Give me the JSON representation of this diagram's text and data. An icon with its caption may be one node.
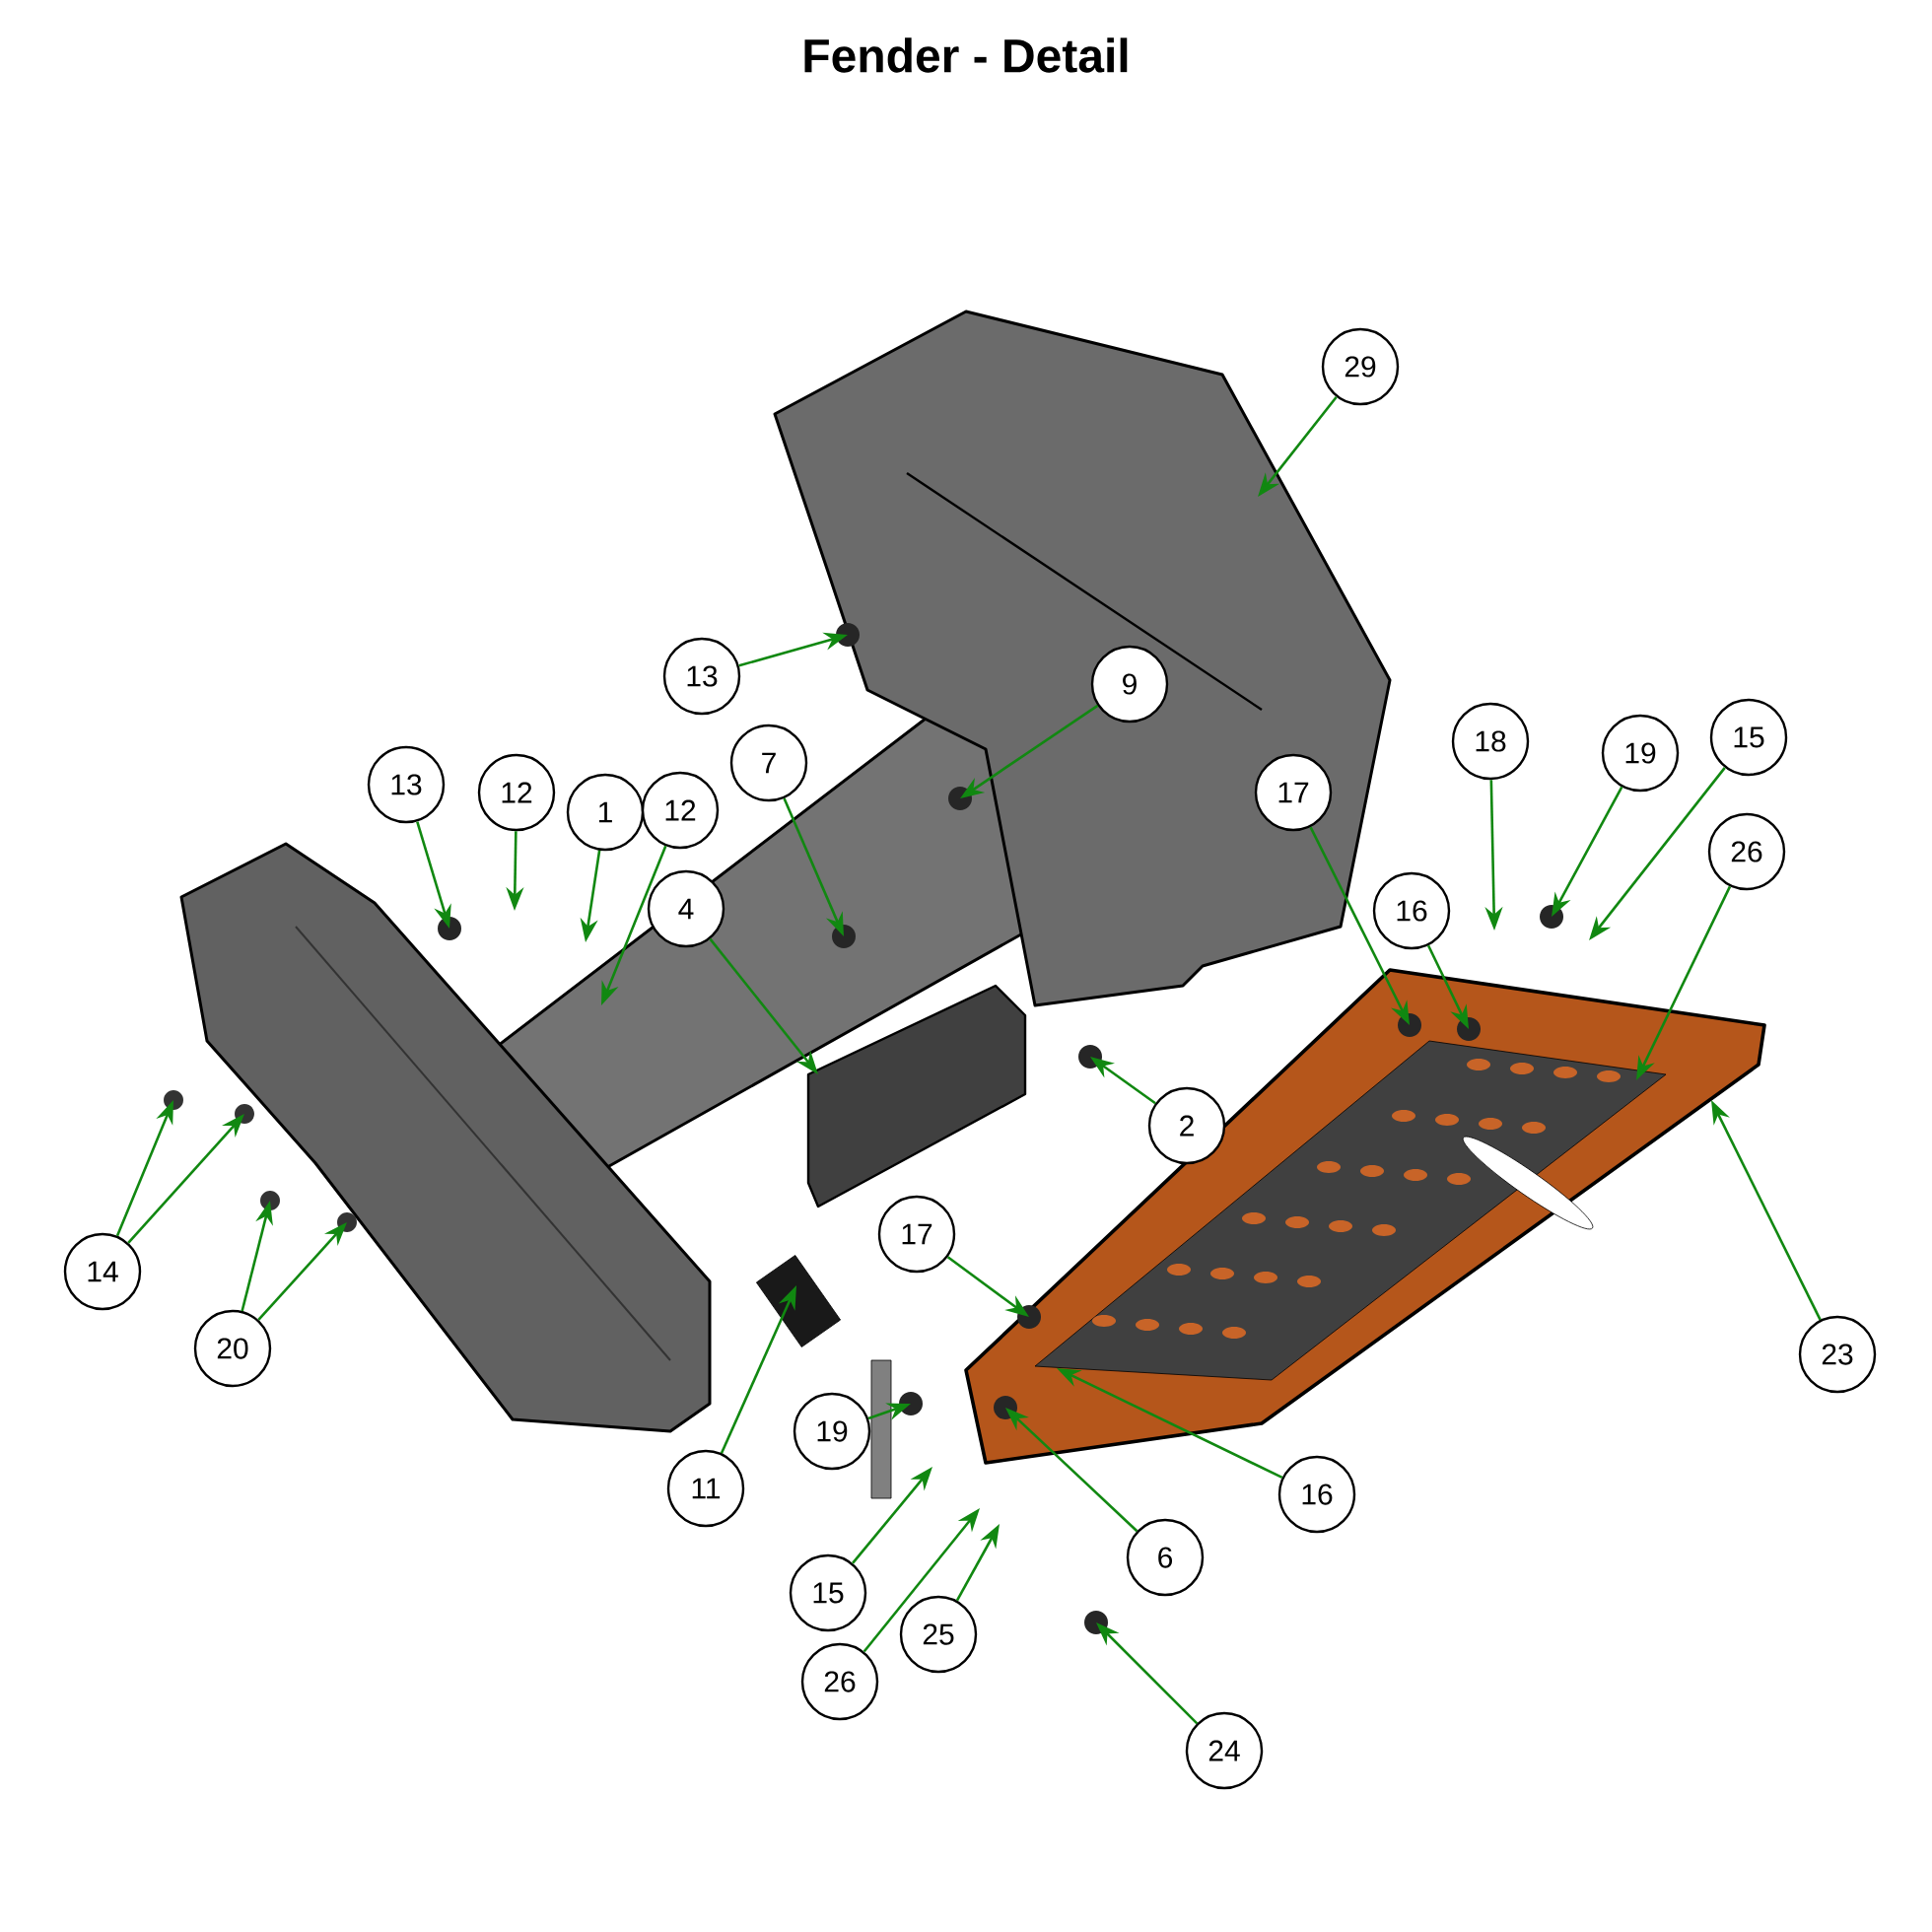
{
  "diagram": {
    "title": "Fender - Detail",
    "nodes": [
      {
        "text": [
          "29"
        ]
      },
      {
        "text": [
          "13"
        ]
      },
      {
        "text": [
          "9"
        ]
      },
      {
        "text": [
          "13"
        ]
      },
      {
        "text": [
          "12"
        ]
      },
      {
        "text": [
          "1"
        ]
      },
      {
        "text": [
          "12"
        ]
      },
      {
        "text": [
          "7"
        ]
      },
      {
        "text": [
          "4"
        ]
      },
      {
        "text": [
          "17"
        ]
      },
      {
        "text": [
          "18"
        ]
      },
      {
        "text": [
          "19"
        ]
      },
      {
        "text": [
          "15"
        ]
      },
      {
        "text": [
          "16"
        ]
      },
      {
        "text": [
          "26"
        ]
      },
      {
        "text": [
          "14"
        ]
      },
      {
        "text": [
          "2"
        ]
      },
      {
        "text": [
          "20"
        ]
      },
      {
        "text": [
          "23"
        ]
      },
      {
        "text": [
          "17"
        ]
      },
      {
        "text": [
          "11"
        ]
      },
      {
        "text": [
          "19"
        ]
      },
      {
        "text": [
          "16"
        ]
      },
      {
        "text": [
          "6"
        ]
      },
      {
        "text": [
          "15"
        ]
      },
      {
        "text": [
          "26"
        ]
      },
      {
        "text": [
          "25"
        ]
      },
      {
        "text": [
          "24"
        ]
      }
    ],
    "edges": [
      {
        "from": 0,
        "to": null,
        "arrow": "to"
      },
      {
        "from": 1,
        "to": null,
        "arrow": "to"
      },
      {
        "from": 2,
        "to": null,
        "arrow": "to"
      },
      {
        "from": 3,
        "to": null,
        "arrow": "to"
      },
      {
        "from": 4,
        "to": null,
        "arrow": "to"
      },
      {
        "from": 5,
        "to": null,
        "arrow": "to"
      },
      {
        "from": 6,
        "to": null,
        "arrow": "to"
      },
      {
        "from": 7,
        "to": null,
        "arrow": "to"
      },
      {
        "from": 8,
        "to": null,
        "arrow": "to"
      },
      {
        "from": 9,
        "to": null,
        "arrow": "to"
      },
      {
        "from": 10,
        "to": null,
        "arrow": "to"
      },
      {
        "from": 11,
        "to": null,
        "arrow": "to"
      },
      {
        "from": 12,
        "to": null,
        "arrow": "to"
      },
      {
        "from": 13,
        "to": null,
        "arrow": "to"
      },
      {
        "from": 14,
        "to": null,
        "arrow": "to"
      },
      {
        "from": 15,
        "to": null,
        "arrow": "to"
      },
      {
        "from": 15,
        "to": null,
        "arrow": "to"
      },
      {
        "from": 16,
        "to": null,
        "arrow": "to"
      },
      {
        "from": 17,
        "to": null,
        "arrow": "to"
      },
      {
        "from": 17,
        "to": null,
        "arrow": "to"
      },
      {
        "from": 18,
        "to": null,
        "arrow": "to"
      },
      {
        "from": 19,
        "to": null,
        "arrow": "to"
      },
      {
        "from": 20,
        "to": null,
        "arrow": "to"
      },
      {
        "from": 21,
        "to": null,
        "arrow": "to"
      },
      {
        "from": 22,
        "to": null,
        "arrow": "to"
      },
      {
        "from": 23,
        "to": null,
        "arrow": "to"
      },
      {
        "from": 24,
        "to": null,
        "arrow": "to"
      },
      {
        "from": 25,
        "to": null,
        "arrow": "to"
      },
      {
        "from": 26,
        "to": null,
        "arrow": "to"
      },
      {
        "from": 27,
        "to": null,
        "arrow": "to"
      }
    ]
  }
}
